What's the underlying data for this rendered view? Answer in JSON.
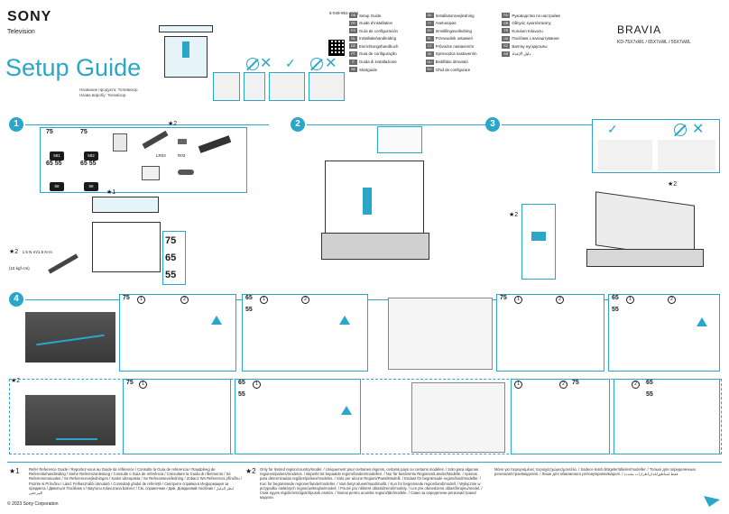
{
  "header": {
    "brand": "SONY",
    "subbrand": "Television",
    "title": "Setup Guide",
    "name_lines": [
      "Название продукта: Телевизор",
      "Назва виробу: Телевізор"
    ],
    "part_number": "5-049-951-11(1)",
    "product_line": "BRAVIA",
    "models": "KD-75X7xWL / 65X7xWL / 55X7xWL"
  },
  "languages": [
    {
      "code": "GB",
      "label": "Setup Guide"
    },
    {
      "code": "DK",
      "label": "Installationsvejledning"
    },
    {
      "code": "RU",
      "label": "Руководство по настройке"
    },
    {
      "code": "FR",
      "label": "Guide d'installation"
    },
    {
      "code": "FI",
      "label": "Asetusopas"
    },
    {
      "code": "GR",
      "label": "Οδηγός εγκατάστασης"
    },
    {
      "code": "ES",
      "label": "Guía de configuración"
    },
    {
      "code": "NO",
      "label": "Innstillingsveiledning"
    },
    {
      "code": "TR",
      "label": "Kurulum Kılavuzu"
    },
    {
      "code": "NL",
      "label": "Installatiehandleiding"
    },
    {
      "code": "PL",
      "label": "Przewodnik ustawień"
    },
    {
      "code": "UA",
      "label": "Посібник з налаштування"
    },
    {
      "code": "DE",
      "label": "Einrichtungshandbuch"
    },
    {
      "code": "CZ",
      "label": "Průvodce nastavením"
    },
    {
      "code": "KZ",
      "label": "Баптау нұсқаулығы"
    },
    {
      "code": "PT",
      "label": "Guia de configuração"
    },
    {
      "code": "SK",
      "label": "Sprievodca nastavením"
    },
    {
      "code": "AR",
      "label": "دليل الإعداد"
    },
    {
      "code": "IT",
      "label": "Guida di installazione"
    },
    {
      "code": "HU",
      "label": "Beállítási útmutató"
    },
    {
      "code": "",
      "label": ""
    },
    {
      "code": "SE",
      "label": "Startguide"
    },
    {
      "code": "RO",
      "label": "Ghid de configurare"
    },
    {
      "code": "",
      "label": ""
    }
  ],
  "steps": {
    "s1": "1",
    "s2": "2",
    "s3": "3",
    "s4": "4"
  },
  "step1": {
    "sizes_top": [
      "75",
      "75",
      "65 55",
      "65 55"
    ],
    "part_codes": [
      "581",
      "582",
      "58",
      "59"
    ],
    "accessory_codes": [
      "LR03",
      "R03"
    ],
    "star2": "★2",
    "star1": "★1",
    "torque": "1.5 N·m/1.5 N·m\n{15 kgf·cm}",
    "size_column": [
      "75",
      "65",
      "55"
    ]
  },
  "step3": {
    "star_a": "★2",
    "star_b": "★2"
  },
  "step4": {
    "labels_top": [
      "75",
      "65",
      "55",
      "75",
      "65",
      "55"
    ],
    "labels_bottom": [
      "75",
      "65",
      "55",
      "75",
      "65",
      "55"
    ],
    "star2": "★2"
  },
  "footer": {
    "star1": "★1",
    "star2": "★2",
    "col1": "Refer Reference Guide / Reportez-vous au Guide de référence / Consulte la Guía de referencia / Raadpleeg de Referentiehandleiding / Siehe Referenzanleitung / Consulte o Guia de referência / Consultare la Guida di riferimento / Se Referensmanualen / Se Referencevejledningen / Katso viiteopasta / Se Referanseveiledning / Zobacz Wo Referencni příručku / Pozrite si Príručku / Lásd: Felhasználói útmutató / Consultați ghidul de referință / Смотрите справка в Информация за предметa / Дивиться Посібник з / Bayrunu Kılavuzuna bakınız / См. справочник / Див. Довідковий посібник / انظر الدليل المرجعي",
    "col2": "Only for limited region/country/model. / Uniquement pour certaines régions, certains pays ou certains modèles. / Solo para algunas regiones/países/modelos. / Beperkt tot bepaalde regio's/landen/modellen. / Nur für bestimmte Regionen/Länder/Modelle. / Apenas para determinadas regiões/países/modelos. / Solo per alcune Regioni/Paesi/Modelli. / Endast för begränsade region/land/modeller. / Kun for begrænsede regioner/lande/modeller. / Vain tietyt alueet/maat/mallit. / Kun for begrensede region/land/modell. / Wyłącznie w przypadku niektórych regionów/krajów/modeli. / Pouze pro některé oblasti/země/modely. / Len pre obmedzenú oblasť/krajinu/model. / Csak egyes régiók/országok/típusok esetén. / Numai pentru anumite regiuni/țări/modele. / Само за определени региони/страни/модели.",
    "col3": "Μόνο για περιορισμένες περιοχές/χώρες/μοντέλα. / Sadece kısıtlı bölgeler/ülkeler/modeller. / Только для определенных регионов/стран/моделей. / Лише для обмеженого регіону/країни/моделі. / فقط لمناطق/بلدان/طرازات محددة",
    "copyright": "© 2023 Sony Corporation"
  }
}
